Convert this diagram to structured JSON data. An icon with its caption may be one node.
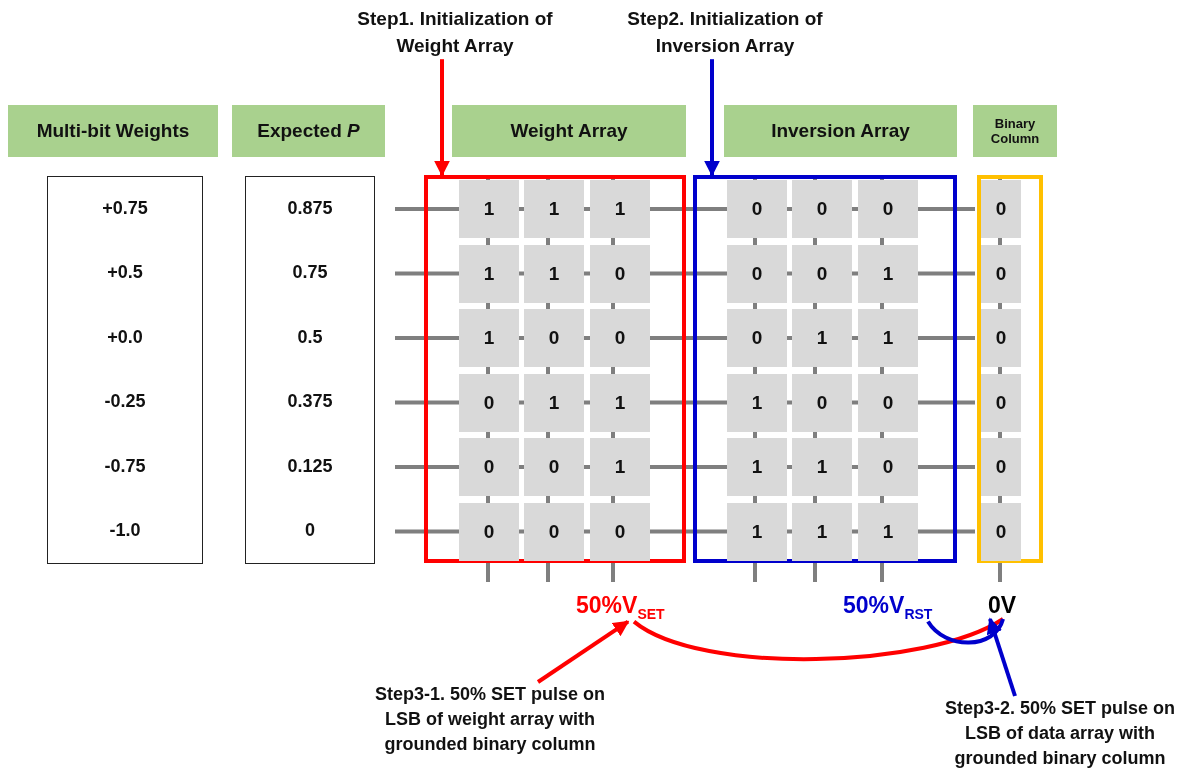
{
  "diagram": {
    "nodes": [
      {
        "text": [
          "Step1. Initialization of Weight Array"
        ]
      },
      {
        "text": [
          "Step2. Initialization of Inversion Array"
        ]
      },
      {
        "text": [
          "Multi-bit Weights"
        ]
      },
      {
        "text": [
          "Expected *P*"
        ]
      },
      {
        "text": [
          "Weight Array"
        ]
      },
      {
        "text": [
          "Inversion Array"
        ]
      },
      {
        "text": [
          "Binary Column"
        ]
      },
      {
        "text": [],
        "shape": "box"
      },
      {
        "text": [],
        "shape": "box"
      },
      {
        "text": [],
        "shape": "box"
      },
      {
        "text": [
          "1"
        ],
        "in": 7
      },
      {
        "text": [
          "1"
        ],
        "in": 7
      },
      {
        "text": [
          "1"
        ],
        "in": 7
      },
      {
        "text": [
          "0"
        ],
        "in": 8
      },
      {
        "text": [
          "0"
        ],
        "in": 8
      },
      {
        "text": [
          "0"
        ],
        "in": 8
      },
      {
        "text": [
          "0"
        ],
        "in": 9
      },
      {
        "text": [
          "1"
        ],
        "in": 7
      },
      {
        "text": [
          "1"
        ],
        "in": 7
      },
      {
        "text": [
          "0"
        ],
        "in": 7
      },
      {
        "text": [
          "0"
        ],
        "in": 8
      },
      {
        "text": [
          "0"
        ],
        "in": 8
      },
      {
        "text": [
          "1"
        ],
        "in": 8
      },
      {
        "text": [
          "0"
        ],
        "in": 9
      },
      {
        "text": [
          "1"
        ],
        "in": 7
      },
      {
        "text": [
          "0"
        ],
        "in": 7
      },
      {
        "text": [
          "0"
        ],
        "in": 7
      },
      {
        "text": [
          "0"
        ],
        "in": 8
      },
      {
        "text": [
          "1"
        ],
        "in": 8
      },
      {
        "text": [
          "1"
        ],
        "in": 8
      },
      {
        "text": [
          "0"
        ],
        "in": 9
      },
      {
        "text": [
          "0"
        ],
        "in": 7
      },
      {
        "text": [
          "1"
        ],
        "in": 7
      },
      {
        "text": [
          "1"
        ],
        "in": 7
      },
      {
        "text": [
          "1"
        ],
        "in": 8
      },
      {
        "text": [
          "0"
        ],
        "in": 8
      },
      {
        "text": [
          "0"
        ],
        "in": 8
      },
      {
        "text": [
          "0"
        ],
        "in": 9
      },
      {
        "text": [
          "0"
        ],
        "in": 7
      },
      {
        "text": [
          "0"
        ],
        "in": 7
      },
      {
        "text": [
          "1"
        ],
        "in": 7
      },
      {
        "text": [
          "1"
        ],
        "in": 8
      },
      {
        "text": [
          "1"
        ],
        "in": 8
      },
      {
        "text": [
          "0"
        ],
        "in": 8
      },
      {
        "text": [
          "0"
        ],
        "in": 9
      },
      {
        "text": [
          "0"
        ],
        "in": 7
      },
      {
        "text": [
          "0"
        ],
        "in": 7
      },
      {
        "text": [
          "0"
        ],
        "in": 7
      },
      {
        "text": [
          "1"
        ],
        "in": 8
      },
      {
        "text": [
          "1"
        ],
        "in": 8
      },
      {
        "text": [
          "1"
        ],
        "in": 8
      },
      {
        "text": [
          "0"
        ],
        "in": 9
      },
      {
        "text": [
          "50%V$_{SET}$"
        ]
      },
      {
        "text": [
          "50%V$_{RST}$"
        ]
      },
      {
        "text": [
          "0V"
        ]
      },
      {
        "text": [
          "Step3-1. 50% SET pulse on LSB of weight array with grounded binary column"
        ]
      },
      {
        "text": [
          "Step3-2. 50% SET pulse on LSB of data array with grounded binary column"
        ]
      }
    ],
    "edges": [
      {
        "from": 0,
        "to": 7,
        "arrow": "to",
        "color": "#ff0000"
      },
      {
        "from": 1,
        "to": 8,
        "arrow": "to",
        "color": "#0000cc"
      },
      {
        "from": 52,
        "to": 54,
        "arrow": "none",
        "color": "#ff0000"
      },
      {
        "from": 53,
        "to": 54,
        "arrow": "none",
        "color": "#0000cc"
      },
      {
        "from": 55,
        "to": 52,
        "arrow": "to",
        "color": "#ff0000"
      },
      {
        "from": 56,
        "to": 54,
        "arrow": "to",
        "color": "#0000cc"
      }
    ],
    "labels": [
      "+0.75",
      "0.875",
      "+0.5",
      "0.75",
      "+0.0",
      "0.5",
      "-0.25",
      "0.375",
      "-0.75",
      "0.125",
      "-1.0",
      "0"
    ]
  }
}
